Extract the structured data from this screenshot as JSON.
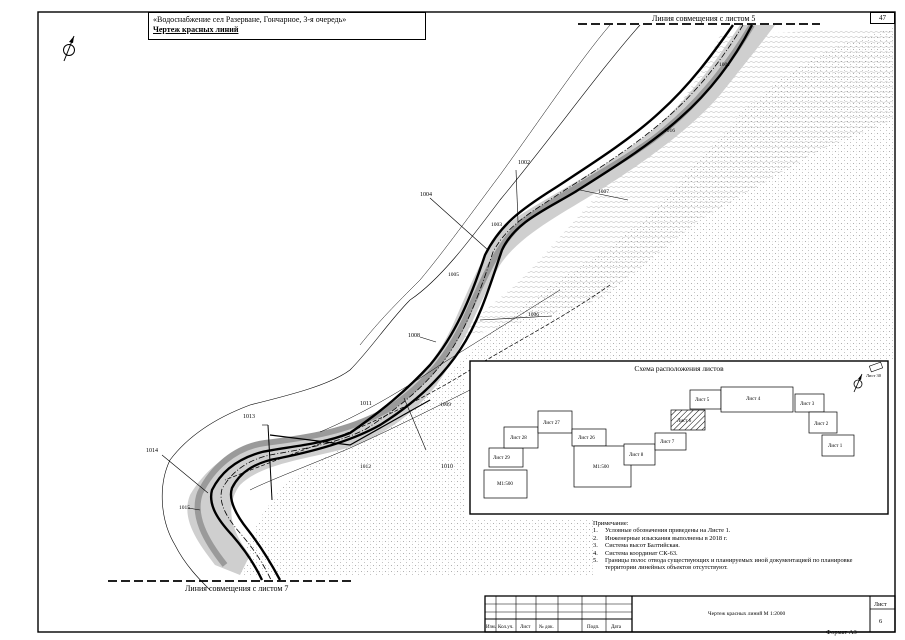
{
  "header": {
    "project_line": "«Водоснабжение сел Разерване, Гончарное, 3-я очередь»",
    "drawing_title": "Чертеж красных линий",
    "sheet_number_top": "47"
  },
  "matchlines": {
    "top": "Линия совмещения с листом 5",
    "bottom": "Линия совмещения с листом 7"
  },
  "points": [
    {
      "id": "p1001",
      "label": "1001"
    },
    {
      "id": "p1002",
      "label": "1002"
    },
    {
      "id": "p1003",
      "label": "1003"
    },
    {
      "id": "p1004",
      "label": "1004"
    },
    {
      "id": "p1005",
      "label": "1005"
    },
    {
      "id": "p1006",
      "label": "1006"
    },
    {
      "id": "p1007",
      "label": "1007"
    },
    {
      "id": "p1008",
      "label": "1008"
    },
    {
      "id": "p1009",
      "label": "1009"
    },
    {
      "id": "p1010",
      "label": "1010"
    },
    {
      "id": "p1011",
      "label": "1011"
    },
    {
      "id": "p1012",
      "label": "1012"
    },
    {
      "id": "p1013",
      "label": "1013"
    },
    {
      "id": "p1014",
      "label": "1014"
    },
    {
      "id": "p1015",
      "label": "1015"
    },
    {
      "id": "p1016",
      "label": "1016"
    }
  ],
  "scheme": {
    "title": "Схема расположения листов",
    "mini_label": "Лист 30",
    "sheets": [
      {
        "id": "s1",
        "label": "Лист 1"
      },
      {
        "id": "s2",
        "label": "Лист 2"
      },
      {
        "id": "s3",
        "label": "Лист 3"
      },
      {
        "id": "s4",
        "label": "Лист 4"
      },
      {
        "id": "s5",
        "label": "Лист 5"
      },
      {
        "id": "s6",
        "label": "Лист 6"
      },
      {
        "id": "s7",
        "label": "Лист 7"
      },
      {
        "id": "s8",
        "label": "Лист 8"
      },
      {
        "id": "s26",
        "label": "Лист 26"
      },
      {
        "id": "s27",
        "label": "Лист 27"
      },
      {
        "id": "s28",
        "label": "Лист 28"
      },
      {
        "id": "s29",
        "label": "Лист 29"
      }
    ],
    "scales": {
      "m500a": "М1:500",
      "m500b": "М1:500"
    }
  },
  "notes": {
    "header": "Примечание:",
    "items": [
      {
        "num": "1.",
        "text": "Условные обозначения приведены на Листе 1."
      },
      {
        "num": "2.",
        "text": "Инженерные изыскания выполнены в 2018 г."
      },
      {
        "num": "3.",
        "text": "Система высот Балтийская."
      },
      {
        "num": "4.",
        "text": "Система координат СК-63."
      },
      {
        "num": "5.",
        "text": "Границы полос отвода существующих и планируемых иной документацией по планировке территории линейных объектов отсутствуют."
      }
    ]
  },
  "stamp": {
    "cols": [
      "Изм.",
      "Кол.уч.",
      "Лист",
      "№ док.",
      "Подп.",
      "Дата"
    ],
    "description": "Чертеж красных линий М 1:2000",
    "sheet_label": "Лист",
    "sheet_value": "6"
  },
  "format_label": "Формат А3"
}
